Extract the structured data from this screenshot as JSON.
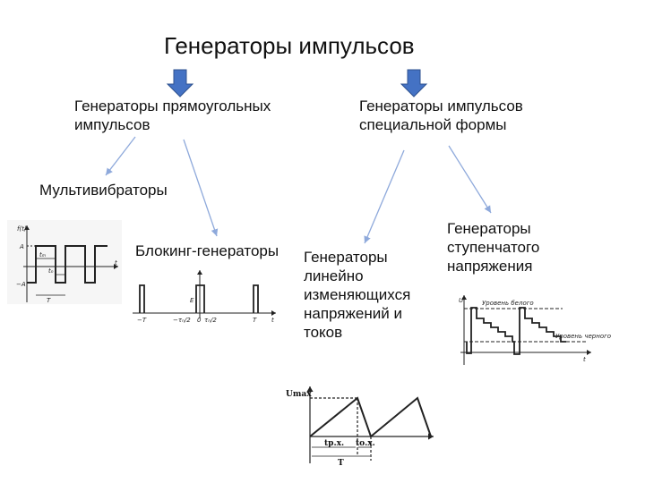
{
  "title": "Генераторы импульсов",
  "branches": {
    "rectangular": "Генераторы прямоугольных\nимпульсов",
    "special": "Генераторы импульсов\nспециальной формы"
  },
  "types": {
    "multivibrators": "Мультивибраторы",
    "blocking": "Блокинг-генераторы",
    "linear": "Генераторы\nлинейно\nизменяющихся\nнапряжений и\nтоков",
    "step": "Генераторы\nступенчатого\nнапряжения"
  },
  "figure_labels": {
    "square": {
      "ylabel": "f(t)",
      "A": "A",
      "negA": "−A",
      "t": "t",
      "period": "T",
      "t_pulse": "tₘ",
      "t_pause": "tₙ"
    },
    "blocking": {
      "minus_T": "−T",
      "minus_tau": "−τₙ/2",
      "zero": "0",
      "tau": "τₙ/2",
      "T": "T",
      "t": "t",
      "E": "E"
    },
    "sawtooth": {
      "umax": "Umax",
      "t_rise": "tр.х.",
      "t_fall": "tо.х.",
      "T": "T"
    },
    "staircase": {
      "U": "U",
      "white": "Уровень белого",
      "black": "Уровень черного",
      "t": "t"
    }
  },
  "colors": {
    "arrow_blue": "#4472C4",
    "arrow_outline": "#2F528F",
    "pointer": "#8EA9DB"
  }
}
